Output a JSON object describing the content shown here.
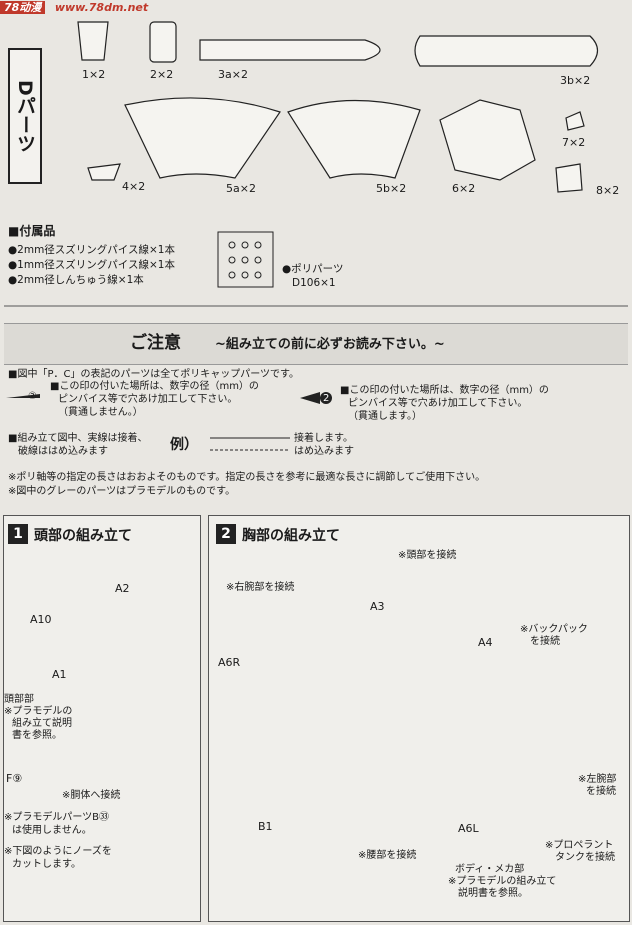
{
  "watermark": {
    "brand": "78动漫",
    "url": "www.78dm.net"
  },
  "d_parts": {
    "label": "Dパーツ",
    "items": [
      "1×2",
      "2×2",
      "3a×2",
      "3b×2",
      "7×2",
      "4×2",
      "5a×2",
      "5b×2",
      "6×2",
      "8×2"
    ]
  },
  "accessories": {
    "title": "■付属品",
    "lines": [
      "●2mm径スズリングパイス線×1本",
      "●1mm径スズリングパイス線×1本",
      "●2mm径しんちゅう線×1本"
    ],
    "polyparts": "●ポリパーツ",
    "polyparts_code": "D106×1"
  },
  "notice": {
    "title": "ご注意",
    "subtitle": "~組み立ての前に必ずお読み下さい。~",
    "pc_line": "■図中「P．C」の表記のパーツは全てポリキャップパーツです。",
    "mark1_num": "②",
    "mark1_lines": [
      "■この印の付いた場所は、数字の径（mm）の",
      "ピンバイス等で穴あけ加工して下さい。",
      "（貫通しません。）"
    ],
    "mark2_num": "2",
    "mark2_lines": [
      "■この印の付いた場所は、数字の径（mm）の",
      "ピンバイス等で穴あけ加工して下さい。",
      "（貫通します。）"
    ],
    "assembly_lines": [
      "■組み立て図中、実線は接着、",
      "破線ははめ込みます"
    ],
    "example": "例）",
    "solid_text": "接着します。",
    "dashed_text": "はめ込みます",
    "note1": "※ポリ軸等の指定の長さはおおよそのものです。指定の長さを参考に最適な長さに調節してご使用下さい。",
    "note2": "※図中のグレーのパーツはプラモデルのものです。"
  },
  "step1": {
    "num": "1",
    "title": "頭部の組み立て",
    "labels": {
      "a2": "A2",
      "a10": "A10",
      "a1": "A1",
      "f9": "F⑨"
    },
    "head_note": [
      "頭部部",
      "※プラモデルの",
      "組み立て説明",
      "書を参照。"
    ],
    "body_conn": "※胴体へ接続",
    "plastic_note": [
      "※プラモデルパーツB㉝",
      "は使用しません。"
    ],
    "cut_note": [
      "※下図のようにノーズを",
      "カットします。"
    ]
  },
  "step2": {
    "num": "2",
    "title": "胸部の組み立て",
    "labels": {
      "a3": "A3",
      "a4": "A4",
      "a6r": "A6R",
      "a6l": "A6L",
      "b1": "B1"
    },
    "head_conn": "※頭部を接続",
    "right_arm": "※右腕部を接続",
    "backpack": [
      "※バックパック",
      "を接続"
    ],
    "left_arm": [
      "※左腕部",
      "を接続"
    ],
    "propellant": [
      "※プロペラント",
      "タンクを接続"
    ],
    "waist": "※腰部を接続",
    "body_mecha": [
      "ボディ・メカ部",
      "※プラモデルの組み立て",
      "説明書を参照。"
    ]
  }
}
